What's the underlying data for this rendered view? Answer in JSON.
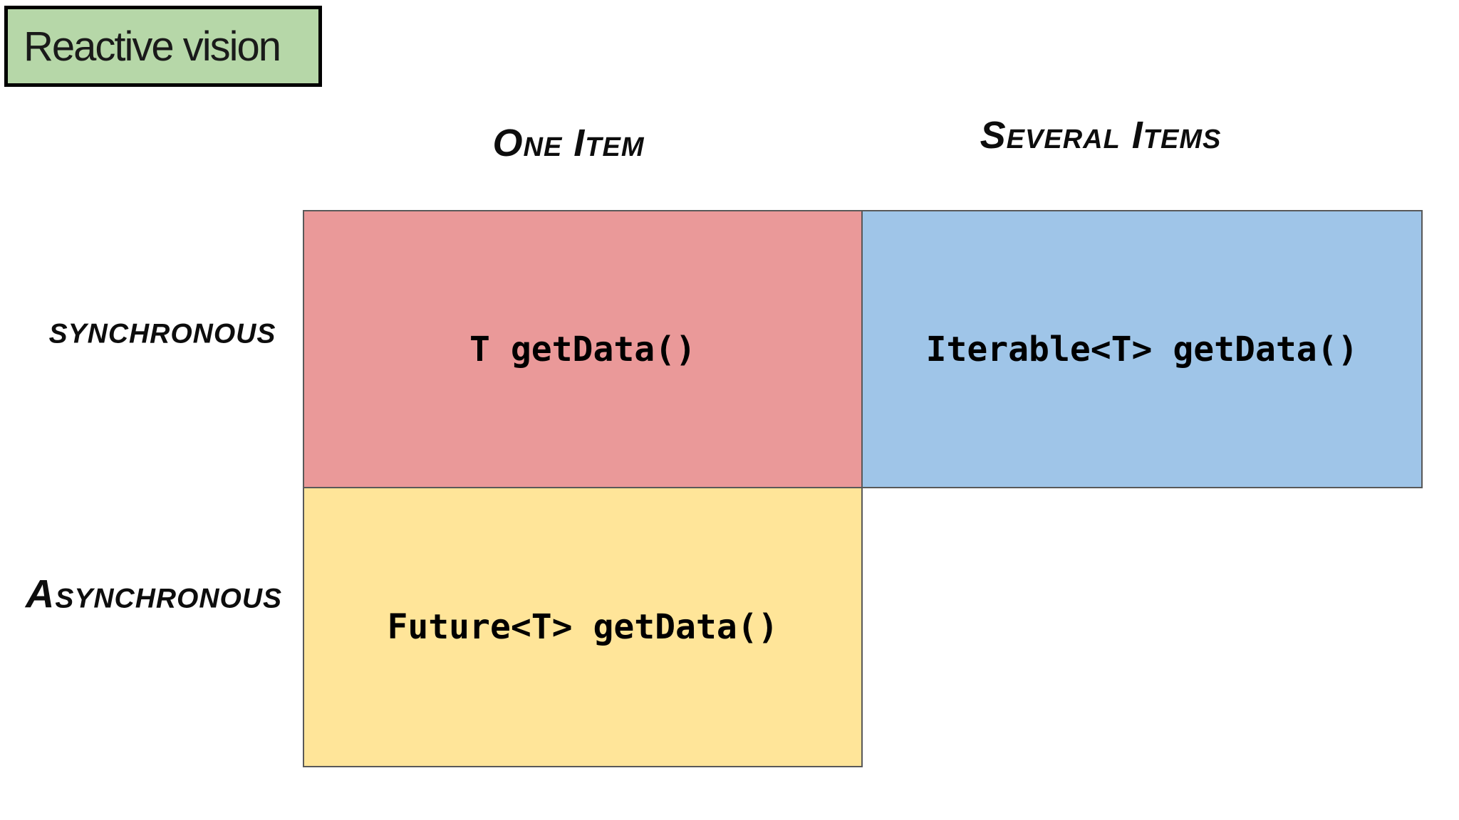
{
  "title": {
    "label": "Reactive vision",
    "bg": "#b6d7a8",
    "border_color": "#000000"
  },
  "matrix": {
    "col_headers": [
      {
        "label": "One Item"
      },
      {
        "label": "Several Items"
      }
    ],
    "row_headers": [
      {
        "label": "synchronous"
      },
      {
        "label": "Asynchronous"
      }
    ],
    "cells": [
      {
        "row": "synchronous",
        "col": "One Item",
        "label": "T getData()",
        "bg": "#ea9999"
      },
      {
        "row": "synchronous",
        "col": "Several Items",
        "label": "Iterable<T> getData()",
        "bg": "#9fc5e8"
      },
      {
        "row": "Asynchronous",
        "col": "One Item",
        "label": "Future<T> getData()",
        "bg": "#ffe599"
      },
      {
        "row": "Asynchronous",
        "col": "Several Items",
        "label": "",
        "bg": "#ffffff"
      }
    ],
    "grid_border_color": "#595959"
  }
}
